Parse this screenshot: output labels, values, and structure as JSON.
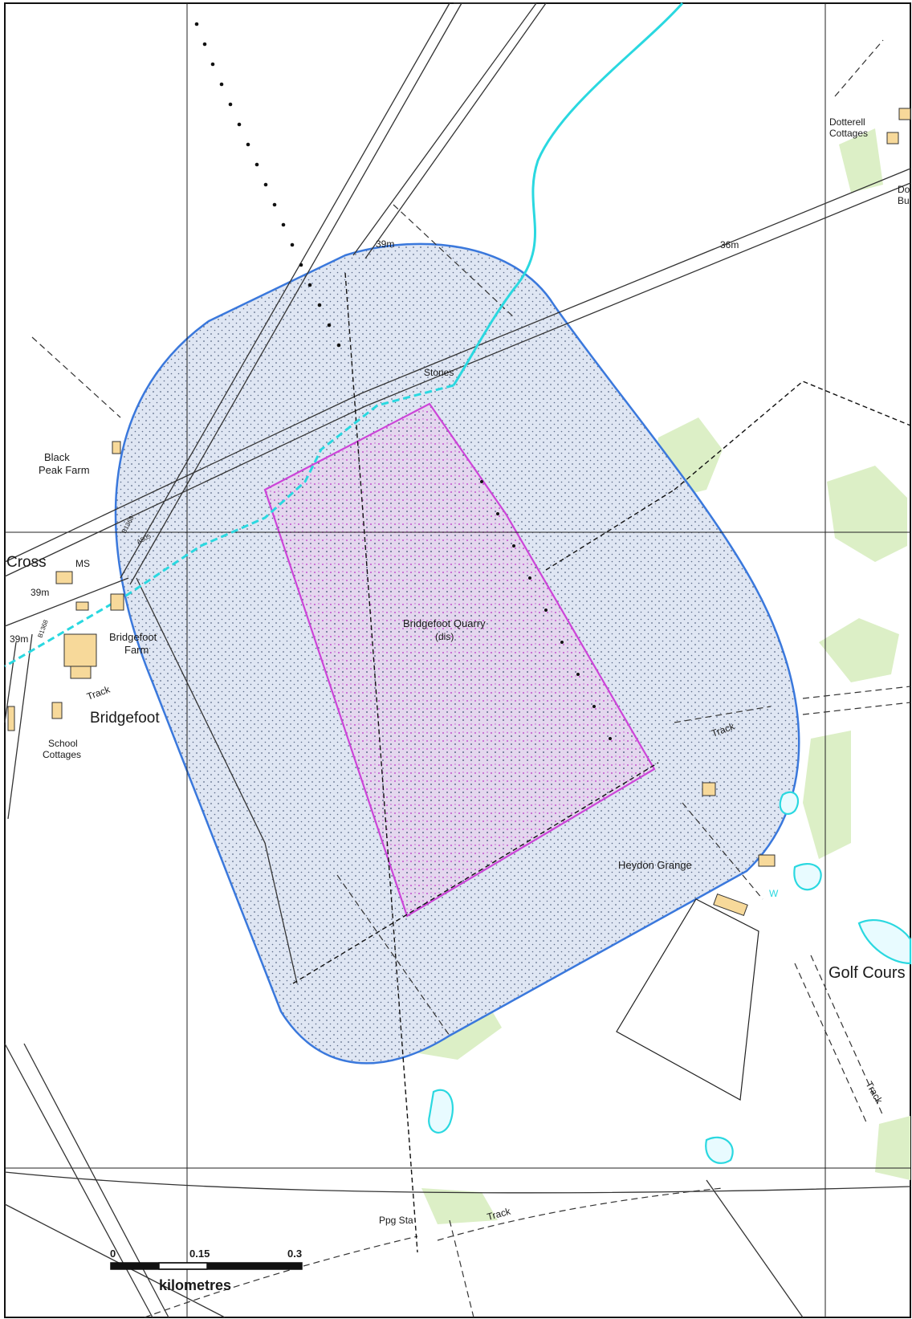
{
  "map": {
    "labels": {
      "dotterell_cottages_1": "Dotterell",
      "dotterell_cottages_2": "Cottages",
      "dotterell_bu_1": "Do",
      "dotterell_bu_2": "Bu",
      "height_39m_north": "39m",
      "height_36m": "36m",
      "stones": "Stones",
      "black_peak_farm_1": "Black",
      "black_peak_farm_2": "Peak Farm",
      "cross": "Cross",
      "ms": "MS",
      "height_39m_west_1": "39m",
      "height_39m_west_2": "39m",
      "road_b1368_a": "B1368",
      "road_b1368_b": "B1368",
      "road_a505": "A505",
      "bridgefoot_farm_1": "Bridgefoot",
      "bridgefoot_farm_2": "Farm",
      "track_west": "Track",
      "bridgefoot": "Bridgefoot",
      "school_cottages_1": "School",
      "school_cottages_2": "Cottages",
      "quarry_name": "Bridgefoot Quarry",
      "quarry_status": "(dis)",
      "track_heydon": "Track",
      "heydon_grange": "Heydon Grange",
      "w_marker": "W",
      "golf_course": "Golf Cours",
      "track_se": "Track",
      "ppg_sta": "Ppg Sta",
      "track_south": "Track"
    },
    "colors": {
      "buffer_fill": "#dfe6f3",
      "buffer_outline": "#3a78dc",
      "quarry_outline": "#cc44d8",
      "quarry_fill": "#e7d6ef",
      "water": "#2ad8e0",
      "vegetation": "#dcefc6",
      "building": "#f7d99a"
    }
  },
  "scale_bar": {
    "tick_0": "0",
    "tick_mid": "0.15",
    "tick_end": "0.3",
    "unit": "kilometres"
  }
}
